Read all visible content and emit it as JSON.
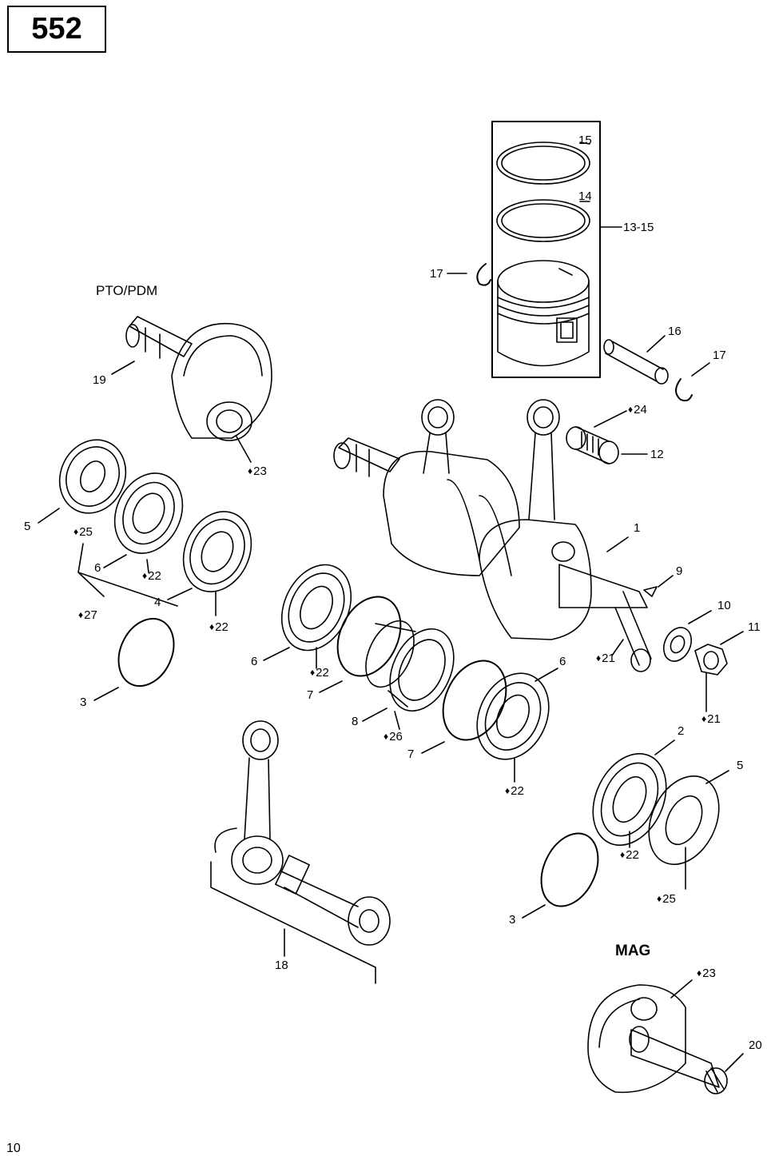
{
  "page": {
    "diagram_number": "552",
    "page_number": "10"
  },
  "section_labels": {
    "pto": "PTO/PDM",
    "mag": "MAG"
  },
  "lubricant_symbol": "drop-icon",
  "callouts": {
    "c1": "1",
    "c2": "2",
    "c3a": "3",
    "c3b": "3",
    "c4": "4",
    "c5a": "5",
    "c5b": "5",
    "c6a": "6",
    "c6b": "6",
    "c6c": "6",
    "c7a": "7",
    "c7b": "7",
    "c8": "8",
    "c9": "9",
    "c10": "10",
    "c11": "11",
    "c12": "12",
    "c13_15": "13-15",
    "c14": "14",
    "c15": "15",
    "c16": "16",
    "c17a": "17",
    "c17b": "17",
    "c18": "18",
    "c19": "19",
    "c20": "20",
    "l21a": "21",
    "l21b": "21",
    "l22a": "22",
    "l22b": "22",
    "l22c": "22",
    "l22d": "22",
    "l22e": "22",
    "l23a": "23",
    "l23b": "23",
    "l24": "24",
    "l25a": "25",
    "l25b": "25",
    "l26": "26",
    "l27": "27"
  }
}
